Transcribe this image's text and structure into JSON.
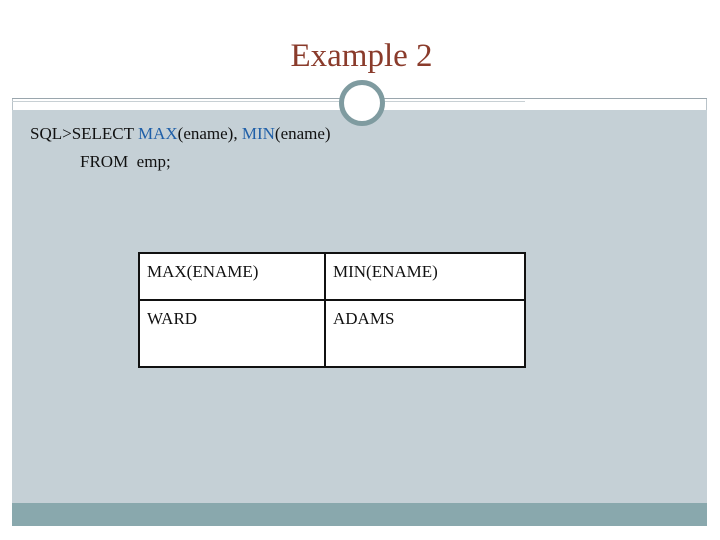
{
  "slide": {
    "title": "Example 2",
    "sql": {
      "line1": {
        "prefix": "SQL>SELECT ",
        "fn1": "MAX",
        "arg1": "(ename), ",
        "fn2": "MIN",
        "arg2": "(ename)"
      },
      "line2": "FROM  emp;"
    },
    "result_table": {
      "headers": [
        "MAX(ENAME)",
        "MIN(ENAME)"
      ],
      "rows": [
        [
          "WARD",
          "ADAMS"
        ]
      ]
    }
  },
  "colors": {
    "title": "#8a3b2b",
    "sql_function": "#1f5fa8",
    "content_background": "#c5d0d6",
    "bottom_bar": "#89a8ad",
    "ornament_ring": "#7f9ba0"
  }
}
